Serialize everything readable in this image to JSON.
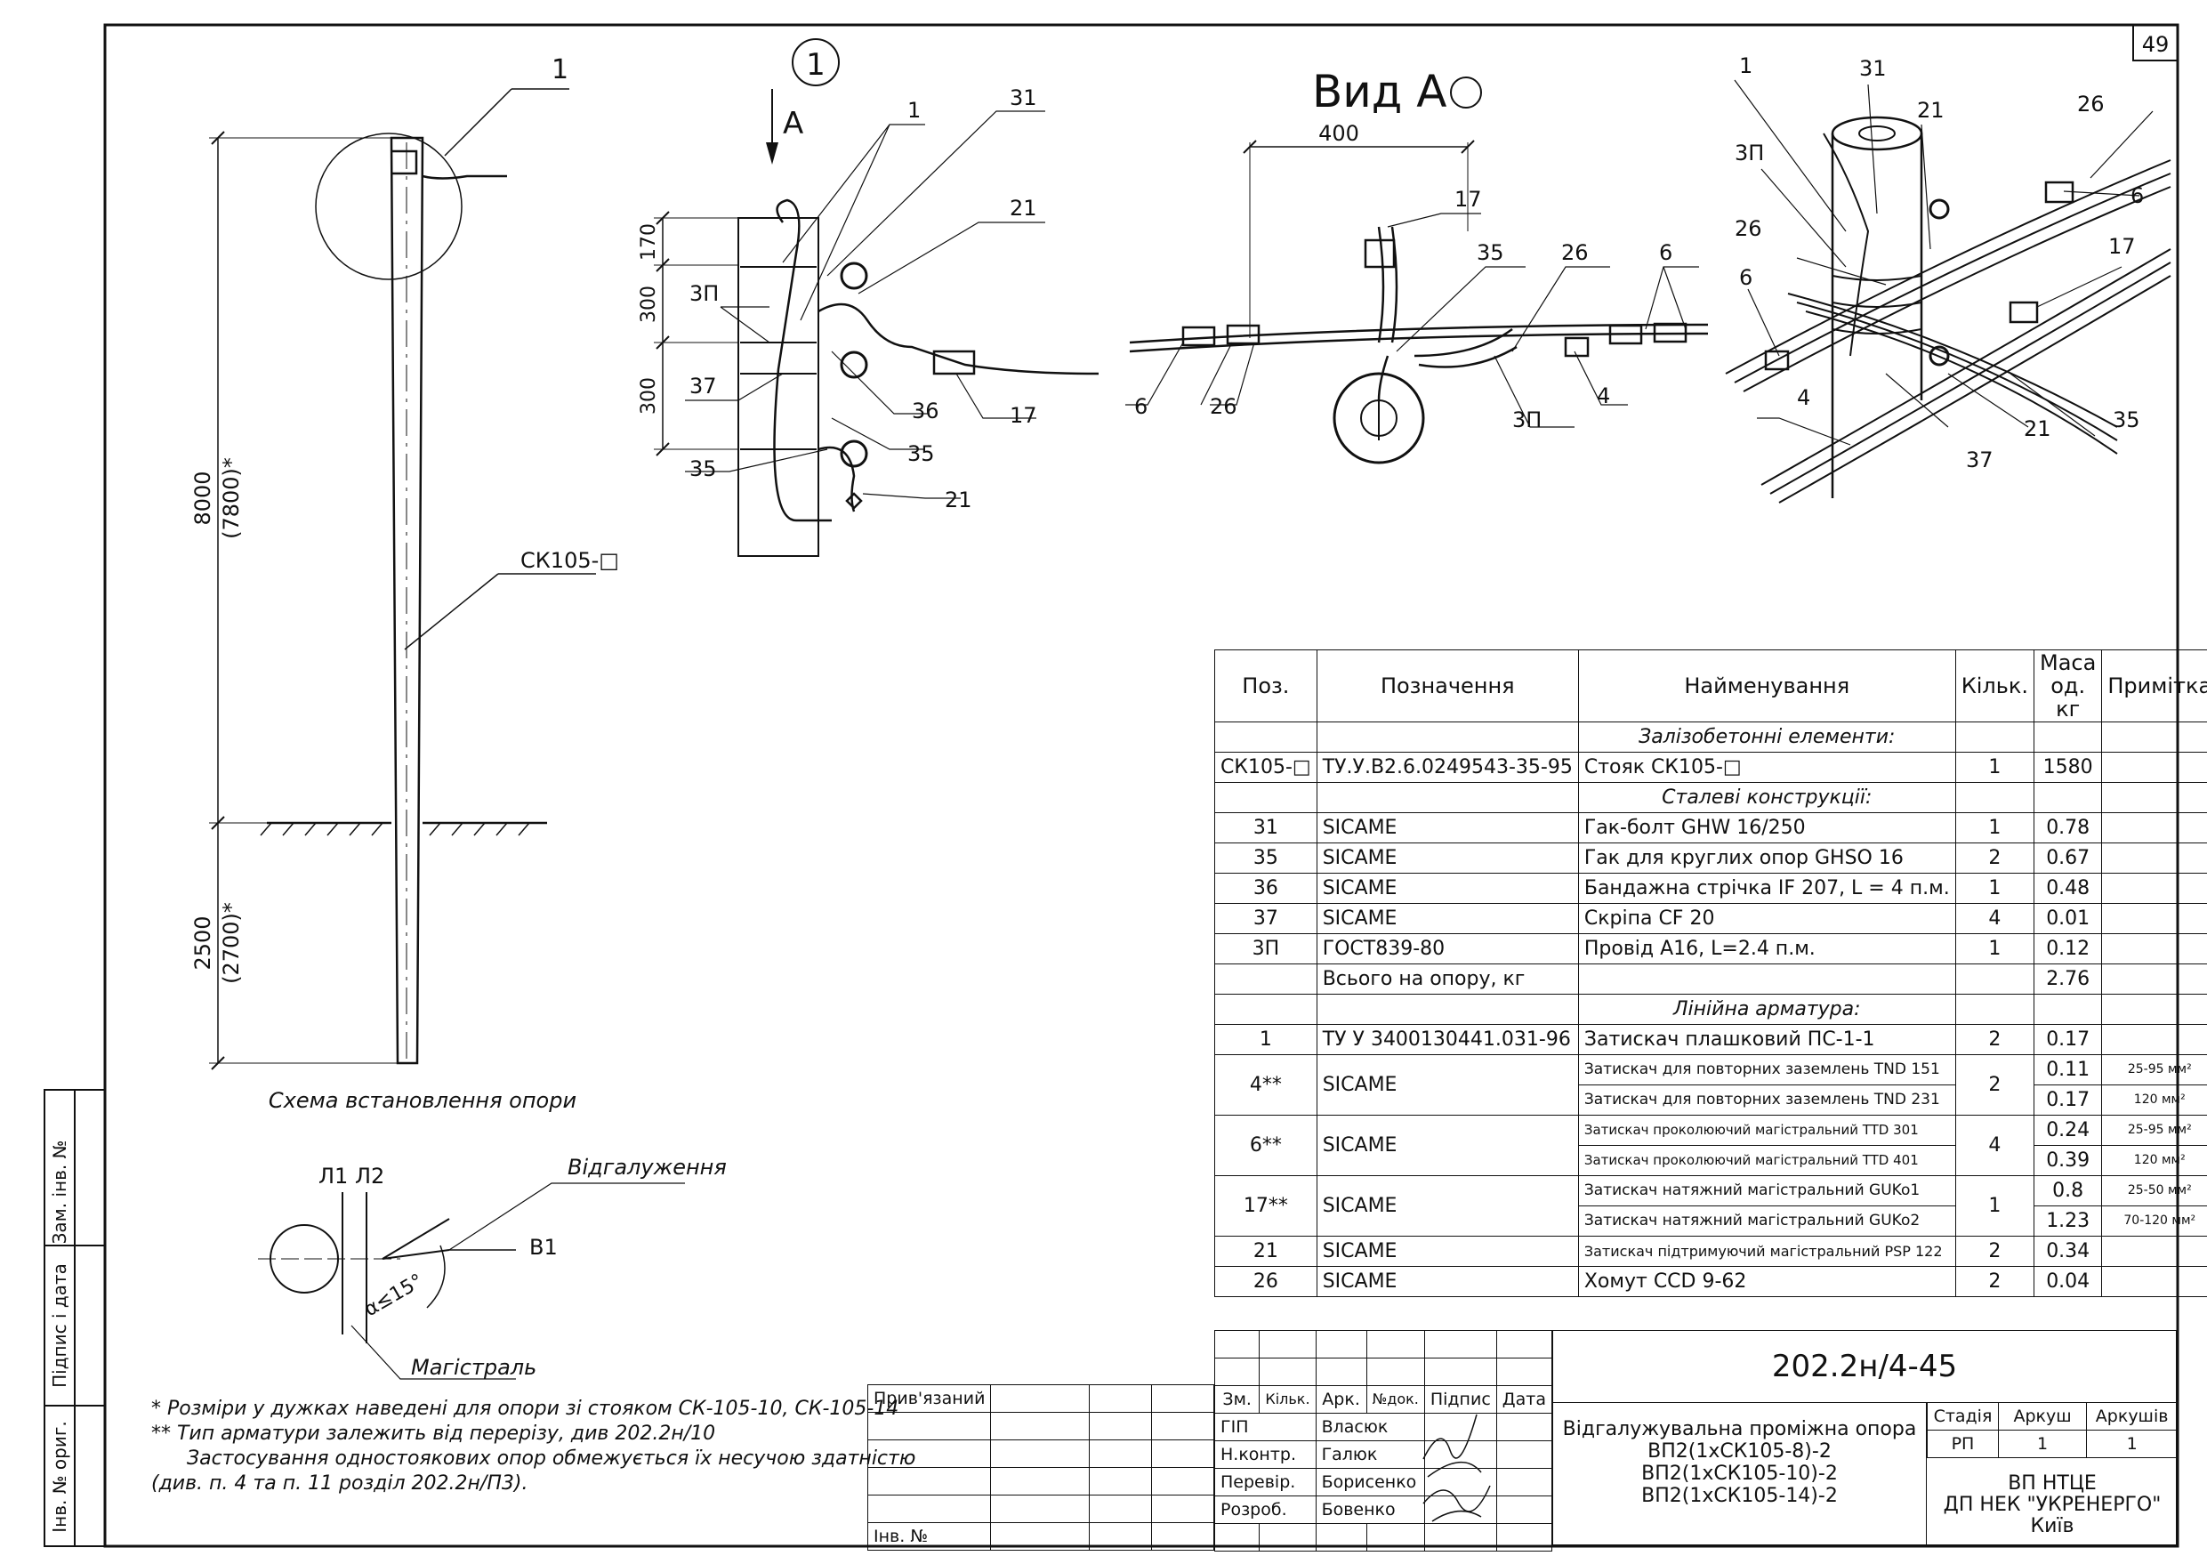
{
  "sheet": {
    "page_number": "49"
  },
  "main_scheme": {
    "callout_number": "1",
    "pole_label": "СК105-□",
    "height_above": "8000",
    "height_above_alt": "(7800)*",
    "depth": "2500",
    "depth_alt": "(2700)*",
    "caption": "Схема встановлення опори"
  },
  "detail_view": {
    "circle_number": "1",
    "arrow_label": "А",
    "dims": [
      "170",
      "300",
      "300"
    ],
    "labels": [
      "1",
      "31",
      "21",
      "3П",
      "37",
      "36",
      "35",
      "17",
      "35",
      "21"
    ]
  },
  "view_a": {
    "title": "Вид А",
    "dim": "400",
    "labels": [
      "17",
      "35",
      "26",
      "6",
      "6",
      "26",
      "3П",
      "4"
    ]
  },
  "iso_view": {
    "labels": [
      "1",
      "31",
      "3П",
      "21",
      "26",
      "6",
      "26",
      "17",
      "6",
      "4",
      "37",
      "21",
      "35"
    ]
  },
  "branch_scheme": {
    "lines_label": "Л1 Л2",
    "branch_label": "Відгалуження",
    "b1_label": "В1",
    "angle_label": "α≤15°",
    "main_label": "Магістраль"
  },
  "notes": [
    "* Розміри у дужках наведені для опори зі стояком СК-105-10, СК-105-14",
    "** Тип арматури залежить від перерізу, див 202.2н/10",
    "Застосування одностоякових опор обмежується їх несучою здатністю",
    "(див. п. 4 та п. 11 розділ 202.2н/П3)."
  ],
  "side_stamp": [
    "Зам. інв. №",
    "Підпис і дата",
    "Інв. № ориг."
  ],
  "spec": {
    "headers": [
      "Поз.",
      "Позначення",
      "Найменування",
      "Кільк.",
      "Маса од. кг",
      "Примітка"
    ],
    "sections": {
      "s1": "Залізобетонні елементи:",
      "s2": "Сталеві конструкції:",
      "s3": "Лінійна арматура:"
    },
    "rows": [
      {
        "pos": "СК105-□",
        "des": "ТУ.У.В2.6.0249543-35-95",
        "name": "Стояк СК105-□",
        "qty": "1",
        "mass": "1580",
        "note": ""
      },
      {
        "pos": "31",
        "des": "SICAME",
        "name": "Гак-болт GHW 16/250",
        "qty": "1",
        "mass": "0.78",
        "note": ""
      },
      {
        "pos": "35",
        "des": "SICAME",
        "name": "Гак для круглих опор GHSO 16",
        "qty": "2",
        "mass": "0.67",
        "note": ""
      },
      {
        "pos": "36",
        "des": "SICAME",
        "name": "Бандажна стрічка IF 207, L = 4 п.м.",
        "qty": "1",
        "mass": "0.48",
        "note": ""
      },
      {
        "pos": "37",
        "des": "SICAME",
        "name": "Скріпа CF 20",
        "qty": "4",
        "mass": "0.01",
        "note": ""
      },
      {
        "pos": "3П",
        "des": "ГОСТ839-80",
        "name": "Провід А16, L=2.4 п.м.",
        "qty": "1",
        "mass": "0.12",
        "note": ""
      },
      {
        "pos": "",
        "des": "Всього на опору, кг",
        "name": "",
        "qty": "",
        "mass": "2.76",
        "note": ""
      },
      {
        "pos": "1",
        "des": "ТУ У 3400130441.031-96",
        "name": "Затискач плашковий ПС-1-1",
        "qty": "2",
        "mass": "0.17",
        "note": ""
      },
      {
        "pos": "4**",
        "des": "SICAME",
        "name": "Затискач для повторних заземлень TND 151",
        "qty": "2",
        "mass": "0.11",
        "note": "25-95 мм²"
      },
      {
        "pos": "",
        "des": "",
        "name": "Затискач для повторних заземлень TND 231",
        "qty": "",
        "mass": "0.17",
        "note": "120 мм²"
      },
      {
        "pos": "6**",
        "des": "SICAME",
        "name": "Затискач проколюючий магістральний TTD 301",
        "qty": "4",
        "mass": "0.24",
        "note": "25-95 мм²"
      },
      {
        "pos": "",
        "des": "",
        "name": "Затискач проколюючий магістральний TTD 401",
        "qty": "",
        "mass": "0.39",
        "note": "120 мм²"
      },
      {
        "pos": "17**",
        "des": "SICAME",
        "name": "Затискач натяжний магістральний GUKo1",
        "qty": "1",
        "mass": "0.8",
        "note": "25-50 мм²"
      },
      {
        "pos": "",
        "des": "",
        "name": "Затискач натяжний магістральний GUKo2",
        "qty": "",
        "mass": "1.23",
        "note": "70-120 мм²"
      },
      {
        "pos": "21",
        "des": "SICAME",
        "name": "Затискач підтримуючий магістральний PSP 122",
        "qty": "2",
        "mass": "0.34",
        "note": ""
      },
      {
        "pos": "26",
        "des": "SICAME",
        "name": "Хомут CCD 9-62",
        "qty": "2",
        "mass": "0.04",
        "note": ""
      }
    ]
  },
  "title_block": {
    "attached": "Прив'язаний",
    "inv": "Інв. №",
    "col_headers": [
      "Зм.",
      "Кільк.",
      "Арк.",
      "№док.",
      "Підпис",
      "Дата"
    ],
    "roles": [
      {
        "role": "ГІП",
        "name": "Власюк"
      },
      {
        "role": "Н.контр.",
        "name": "Галюк"
      },
      {
        "role": "Перевір.",
        "name": "Борисенко"
      },
      {
        "role": "Розроб.",
        "name": "Бовенко"
      }
    ],
    "code": "202.2н/4-45",
    "title_lines": [
      "Відгалужувальна проміжна опора",
      "ВП2(1хСК105-8)-2",
      "ВП2(1хСК105-10)-2",
      "ВП2(1хСК105-14)-2"
    ],
    "stage_header": "Стадія",
    "sheet_header": "Аркуш",
    "sheets_header": "Аркушів",
    "stage": "РП",
    "sheet": "1",
    "sheets": "1",
    "org_lines": [
      "ВП НТЦЕ",
      "ДП НЕК \"УКРЕНЕРГО\"",
      "Київ"
    ]
  }
}
